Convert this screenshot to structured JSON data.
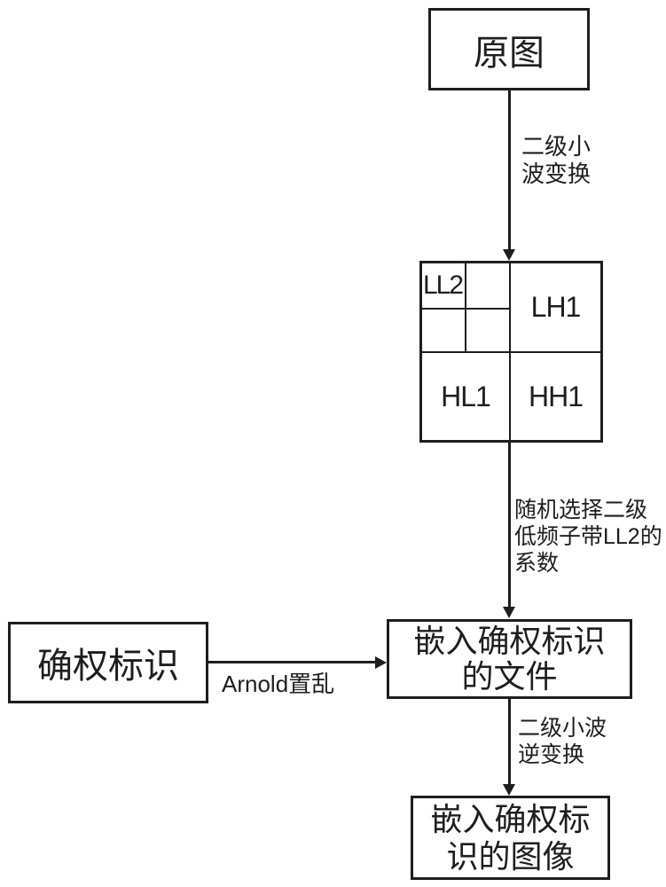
{
  "colors": {
    "ink": "#1e1e1e",
    "background": "#ffffff"
  },
  "nodes": {
    "original_image": {
      "label": "原图"
    },
    "subband_grid": {
      "ll2": "LL2",
      "lh1": "LH1",
      "hl1": "HL1",
      "hh1": "HH1"
    },
    "rights_mark": {
      "label": "确权标识"
    },
    "embedded_file": {
      "label": "嵌入确权标识\n的文件"
    },
    "embedded_image": {
      "label": "嵌入确权标\n识的图像"
    }
  },
  "edges": {
    "wavelet_transform": {
      "label": "二级小\n波变换"
    },
    "select_coefficients": {
      "label": "随机选择二级\n低频子带LL2的\n系数"
    },
    "arnold_scramble": {
      "label": "Arnold置乱"
    },
    "inverse_wavelet": {
      "label": "二级小波\n逆变换"
    }
  }
}
